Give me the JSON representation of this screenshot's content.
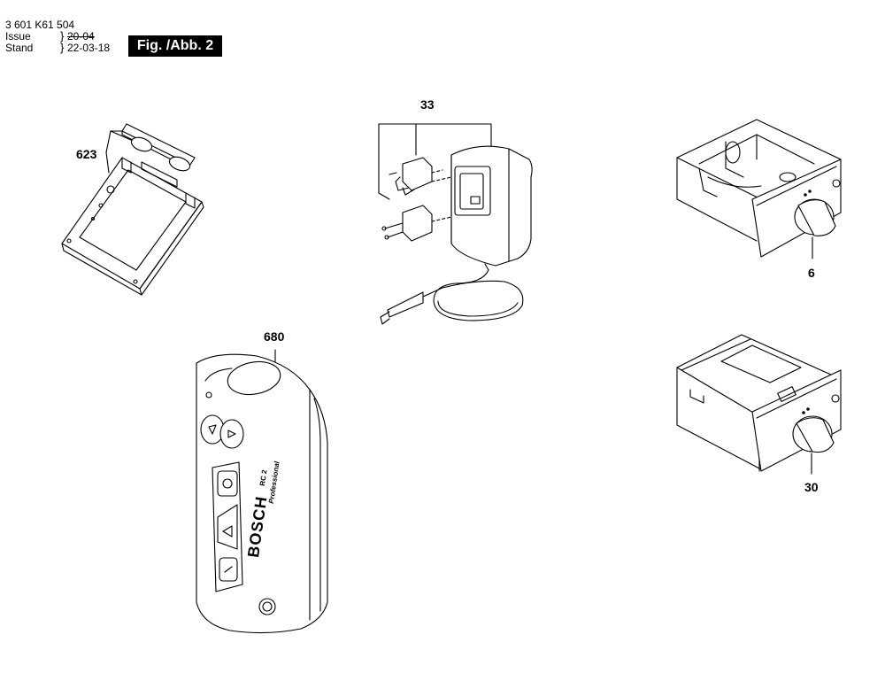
{
  "header": {
    "part_number": "3 601 K61 504",
    "issue_label": "Issue",
    "issue_value": "20-04",
    "stand_label": "Stand",
    "stand_value": "22-03-18",
    "figure_label": "Fig. /Abb. 2"
  },
  "callouts": {
    "remote_holder": "623",
    "charger": "33",
    "battery_compartment": "6",
    "remote_control": "680",
    "battery_pack": "30"
  },
  "remote_text": {
    "brand": "BOSCH",
    "model": "RC 2",
    "line": "Professional"
  }
}
